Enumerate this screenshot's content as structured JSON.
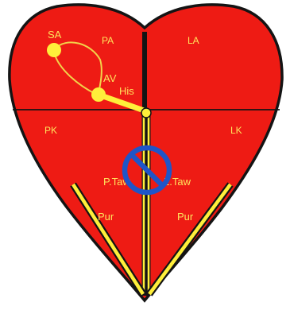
{
  "labels": {
    "sa": "SA",
    "pa": "PA",
    "la": "LA",
    "av": "AV",
    "his": "His",
    "pk": "PK",
    "lk": "LK",
    "p_taw": "P.Taw",
    "l_taw": "L.Taw",
    "pur_left": "Pur",
    "pur_right": "Pur"
  },
  "colors": {
    "heart_fill": "#ee1b14",
    "outline": "#141414",
    "conduction": "#ffef3a",
    "label_text": "#ffe45c",
    "block_sign": "#1f55c8"
  },
  "icons": {
    "block": "prohibition-sign-icon"
  }
}
